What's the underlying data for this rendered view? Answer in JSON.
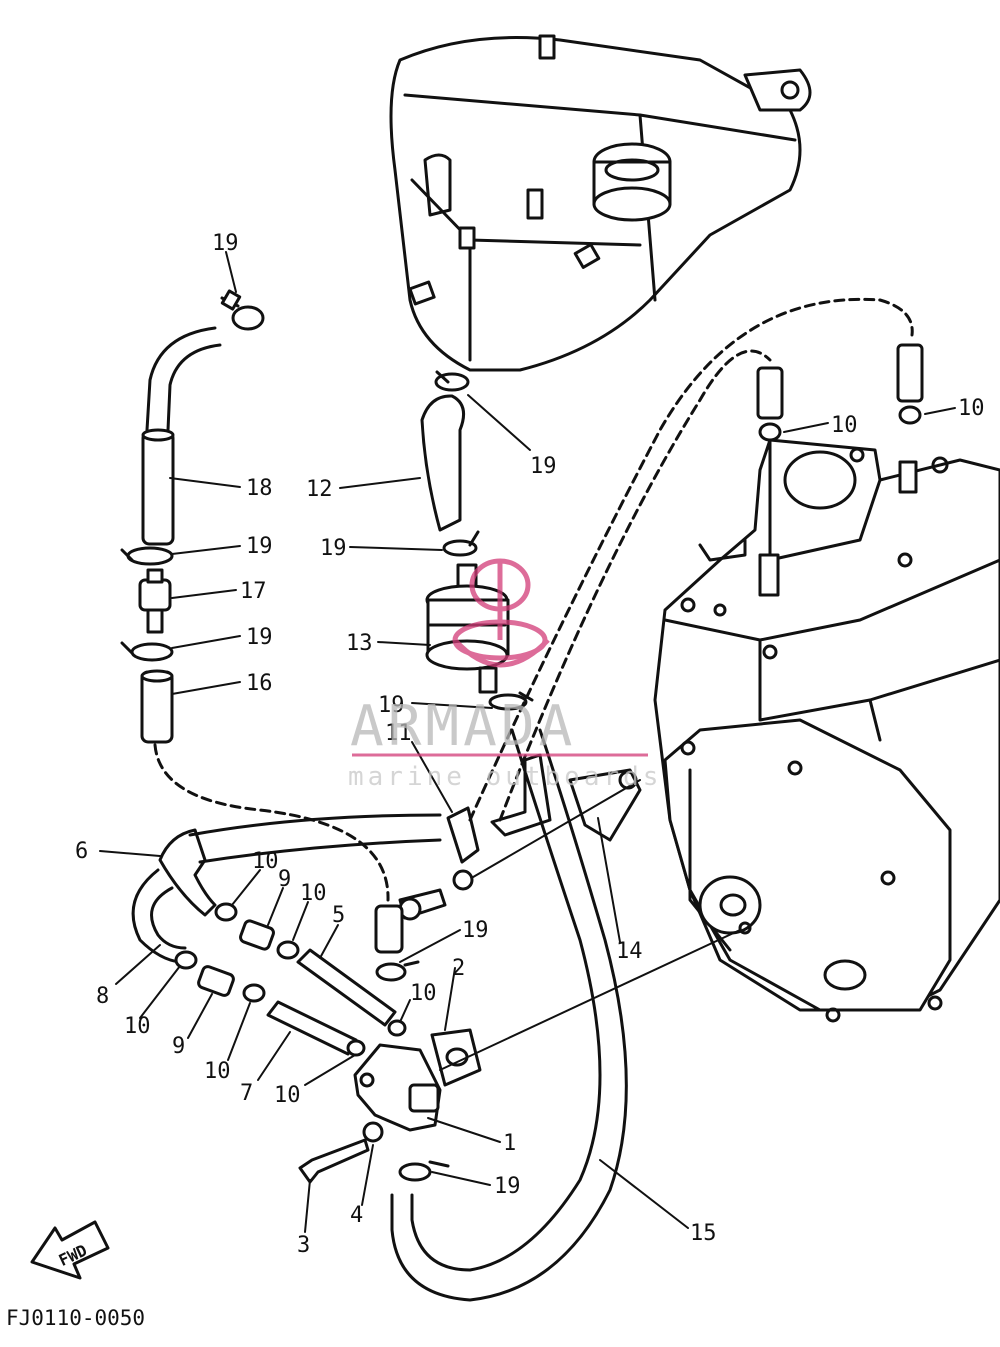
{
  "diagram": {
    "catalog_code": "FJ0110-0050",
    "fwd_label": "FWD",
    "watermark": {
      "brand": "ARMADA",
      "tagline": "marine outboards",
      "color": "#d23c78"
    },
    "callouts": [
      "19",
      "18",
      "19",
      "17",
      "19",
      "16",
      "12",
      "19",
      "19",
      "13",
      "19",
      "11",
      "10",
      "10",
      "6",
      "10",
      "9",
      "10",
      "5",
      "19",
      "14",
      "8",
      "10",
      "9",
      "10",
      "2",
      "10",
      "7",
      "10",
      "1",
      "3",
      "4",
      "19",
      "15"
    ]
  }
}
